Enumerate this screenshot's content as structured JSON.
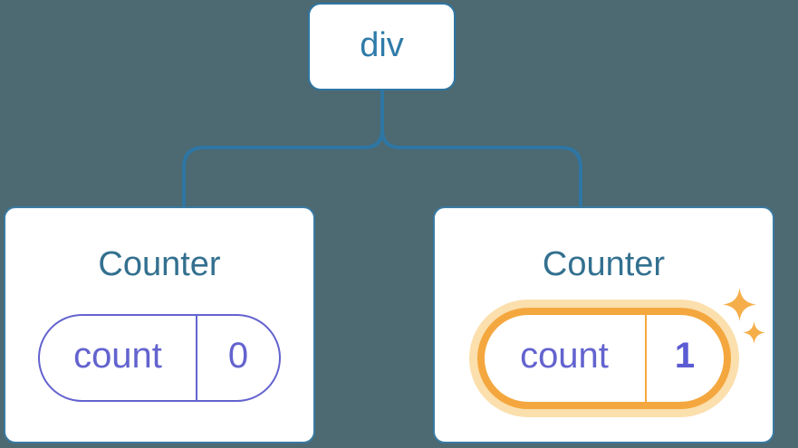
{
  "colors": {
    "background": "#4d6971",
    "line": "#2e76a4",
    "node_text": "#2f7ba9",
    "title_text": "#33708f",
    "purple": "#6363cf",
    "value_bold": "#5b5bd3",
    "orange": "#f4a73e",
    "orange_glow": "#fbdfad",
    "sparkle": "#f5ae49",
    "card_bg": "#ffffff"
  },
  "tree": {
    "root": {
      "label": "div"
    },
    "children": [
      {
        "title": "Counter",
        "state": {
          "key": "count",
          "value": "0"
        },
        "highlighted": false
      },
      {
        "title": "Counter",
        "state": {
          "key": "count",
          "value": "1"
        },
        "highlighted": true
      }
    ]
  }
}
